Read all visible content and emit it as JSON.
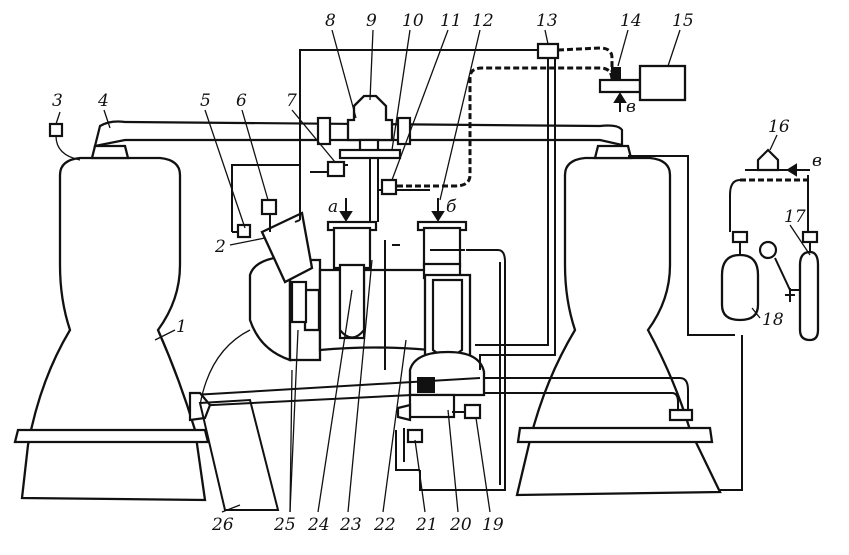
{
  "labels": {
    "n1": "1",
    "n2": "2",
    "n3": "3",
    "n4": "4",
    "n5": "5",
    "n6": "6",
    "n7": "7",
    "n8": "8",
    "n9": "9",
    "n10": "10",
    "n11": "11",
    "n12": "12",
    "n13": "13",
    "n14": "14",
    "n15": "15",
    "n16": "16",
    "n17": "17",
    "n18": "18",
    "n19": "19",
    "n20": "20",
    "n21": "21",
    "n22": "22",
    "n23": "23",
    "n24": "24",
    "n25": "25",
    "n26": "26"
  },
  "flow_labels": {
    "a": "a",
    "b": "б",
    "v_left": "в",
    "v_right": "в"
  }
}
